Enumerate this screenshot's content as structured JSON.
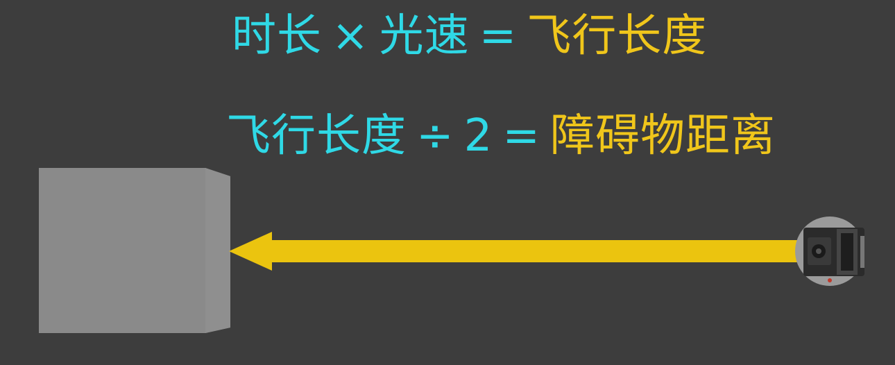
{
  "formula_1": {
    "term_a": "时长",
    "op_multiply": "×",
    "term_b": "光速",
    "op_equals": "=",
    "result": "飞行长度"
  },
  "formula_2": {
    "term_a": "飞行长度",
    "op_divide": "÷",
    "term_b": "2",
    "op_equals": "=",
    "result": "障碍物距离"
  },
  "colors": {
    "background": "#3d3d3d",
    "term_text": "#2fd9e6",
    "result_text": "#f0c61b",
    "arrow": "#ebc40f",
    "obstacle": "#8a8a8a"
  },
  "icons": {
    "obstacle": "obstacle-box",
    "arrow": "arrow-left",
    "sensor": "lidar-robot-icon"
  }
}
